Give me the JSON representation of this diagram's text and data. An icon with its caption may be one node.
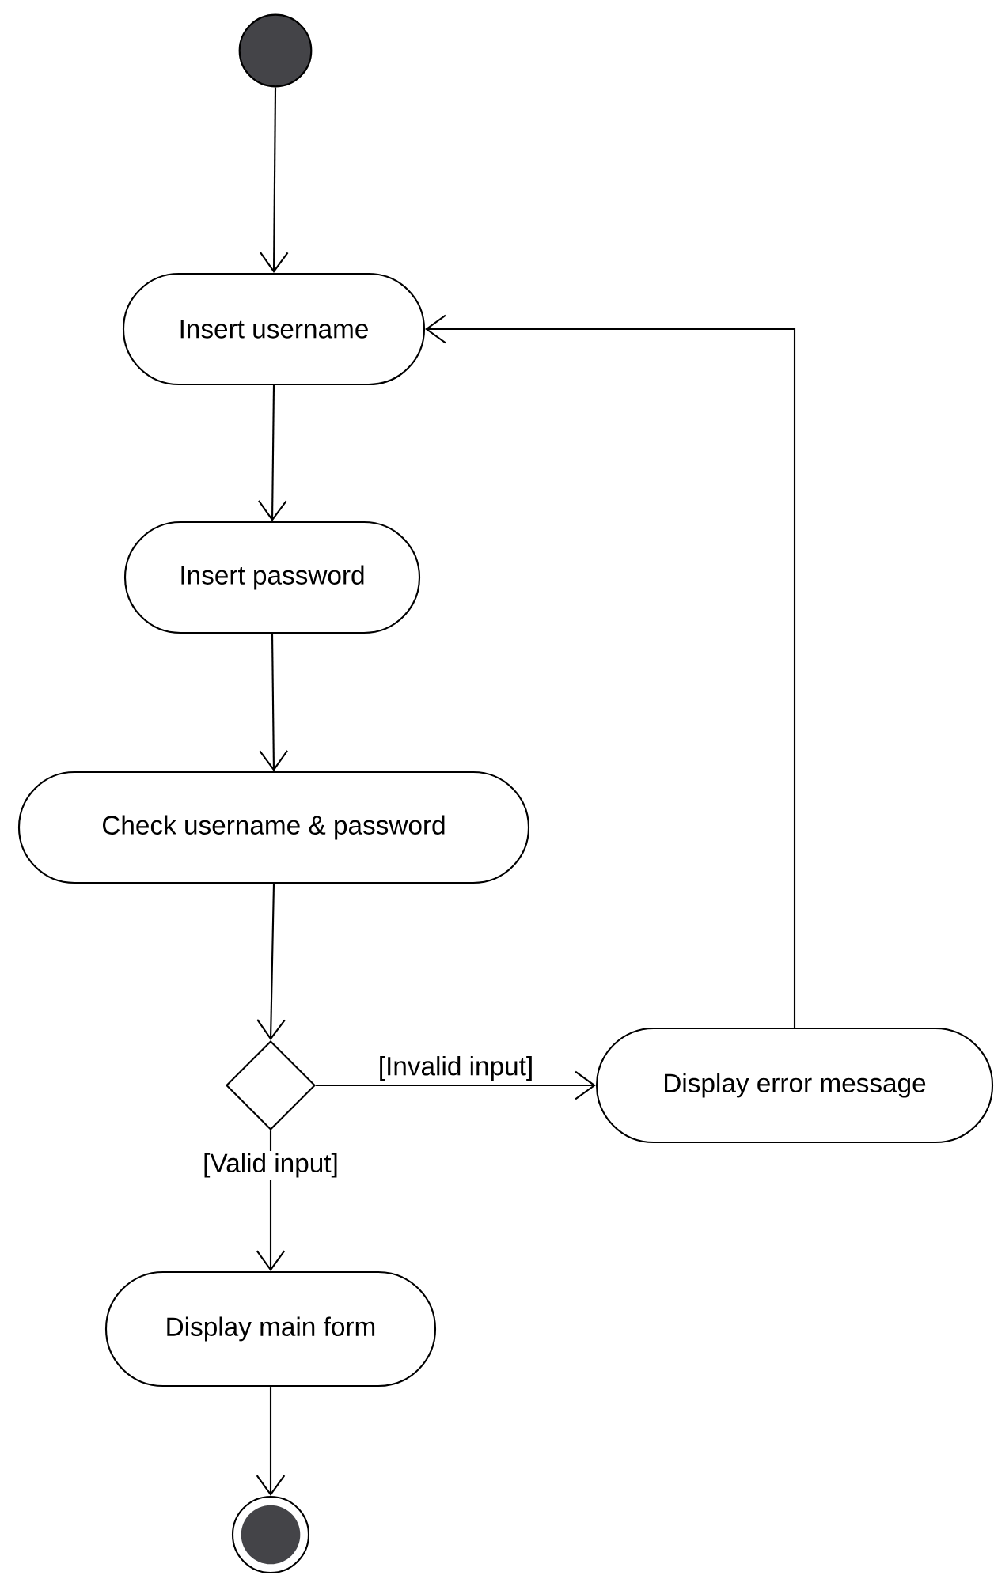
{
  "diagram": {
    "nodes": [
      {
        "text": [],
        "shape": "circle"
      },
      {
        "text": [
          "Insert username"
        ]
      },
      {
        "text": [
          "Insert password"
        ]
      },
      {
        "text": [
          "Check username & password"
        ]
      },
      {
        "text": [],
        "shape": "diamond"
      },
      {
        "text": [
          "Display error message"
        ]
      },
      {
        "text": [
          "Display main form"
        ]
      },
      {
        "text": [],
        "shape": "circle"
      }
    ],
    "edges": [
      {
        "from": 0,
        "to": 1,
        "arrow": "to"
      },
      {
        "from": 1,
        "to": 2,
        "arrow": "to"
      },
      {
        "from": 2,
        "to": 3,
        "arrow": "to"
      },
      {
        "from": 3,
        "to": 4,
        "arrow": "to"
      },
      {
        "from": 4,
        "to": 5,
        "arrow": "to",
        "label": "[Invalid input]"
      },
      {
        "from": 4,
        "to": 6,
        "arrow": "to",
        "label": "[Valid input]"
      },
      {
        "from": 5,
        "to": 1,
        "arrow": "to"
      },
      {
        "from": 6,
        "to": 7,
        "arrow": "to"
      }
    ]
  }
}
